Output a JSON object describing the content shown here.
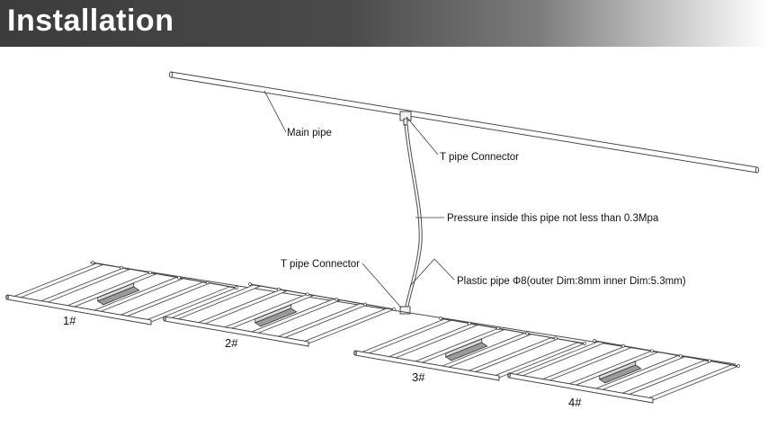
{
  "header": {
    "title": "Installation"
  },
  "labels": {
    "main_pipe": "Main pipe",
    "t_pipe_top": "T pipe Connector",
    "pressure": "Pressure inside this pipe not less than 0.3Mpa",
    "t_pipe_bottom": "T pipe Connector",
    "plastic_pipe": "Plastic pipe Φ8(outer Dim:8mm inner Dim:5.3mm)"
  },
  "fixtures": [
    {
      "label": "1#"
    },
    {
      "label": "2#"
    },
    {
      "label": "3#"
    },
    {
      "label": "4#"
    }
  ],
  "colors": {
    "line": "#444444",
    "bar_fill": "#f7f7f7",
    "header_dark": "#3c3c3c"
  }
}
